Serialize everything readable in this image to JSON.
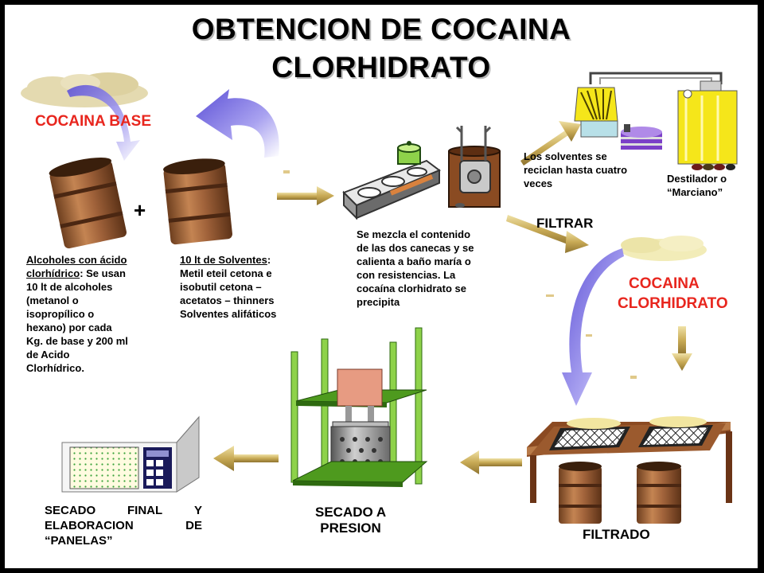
{
  "title_line1": "OBTENCION DE COCAINA",
  "title_line2": "CLORHIDRATO",
  "cocaina_base": "COCAINA BASE",
  "plus": "+",
  "alcohol": {
    "heading_1": "Alcoholes con ácido",
    "heading_2": "clorhídrico",
    "l1_rest": ": Se usan",
    "l2": "10 lt de alcoholes",
    "l3": "(metanol o",
    "l4": "isopropílico o",
    "l5": "hexano) por cada",
    "l6": "Kg. de base y 200 ml",
    "l7": "de Acido",
    "l8": "Clorhídrico."
  },
  "solventes": {
    "heading": "10 lt de Solventes",
    "colon": ":",
    "l1": "Metil eteil cetona e",
    "l2": "isobutil cetona –",
    "l3": "acetatos – thinners",
    "l4": "Solventes alifáticos"
  },
  "mezcla": {
    "l1": "Se mezcla el contenido",
    "l2": "de las dos canecas y se",
    "l3": "calienta a baño maría  o",
    "l4": "con resistencias. La",
    "l5": "cocaína clorhidrato se",
    "l6": "precipita"
  },
  "reciclan": {
    "l1": "Los solventes se",
    "l2": "reciclan hasta cuatro",
    "l3": "veces"
  },
  "destilador": {
    "l1": "Destilador o",
    "l2": "“Marciano”"
  },
  "filtrar": "FILTRAR",
  "cocaina_clorhidrato_1": "COCAINA",
  "cocaina_clorhidrato_2": "CLORHIDRATO",
  "filtrado": "FILTRADO",
  "secado_presion_1": "SECADO A",
  "secado_presion_2": "PRESION",
  "secado_final": {
    "w1": "SECADO",
    "w2": "FINAL",
    "w3": "Y",
    "w4": "ELABORACION",
    "w5": "DE",
    "l3": "“PANELAS”"
  },
  "colors": {
    "red_label": "#e8261e",
    "barrel": "#a0623a",
    "arrow_gold": "#c8aa55",
    "arrow_purple": "#8f86e6",
    "press_green": "#4e9a1e",
    "cloud": "#e4dab0",
    "distiller_yellow": "#f5e61a"
  }
}
